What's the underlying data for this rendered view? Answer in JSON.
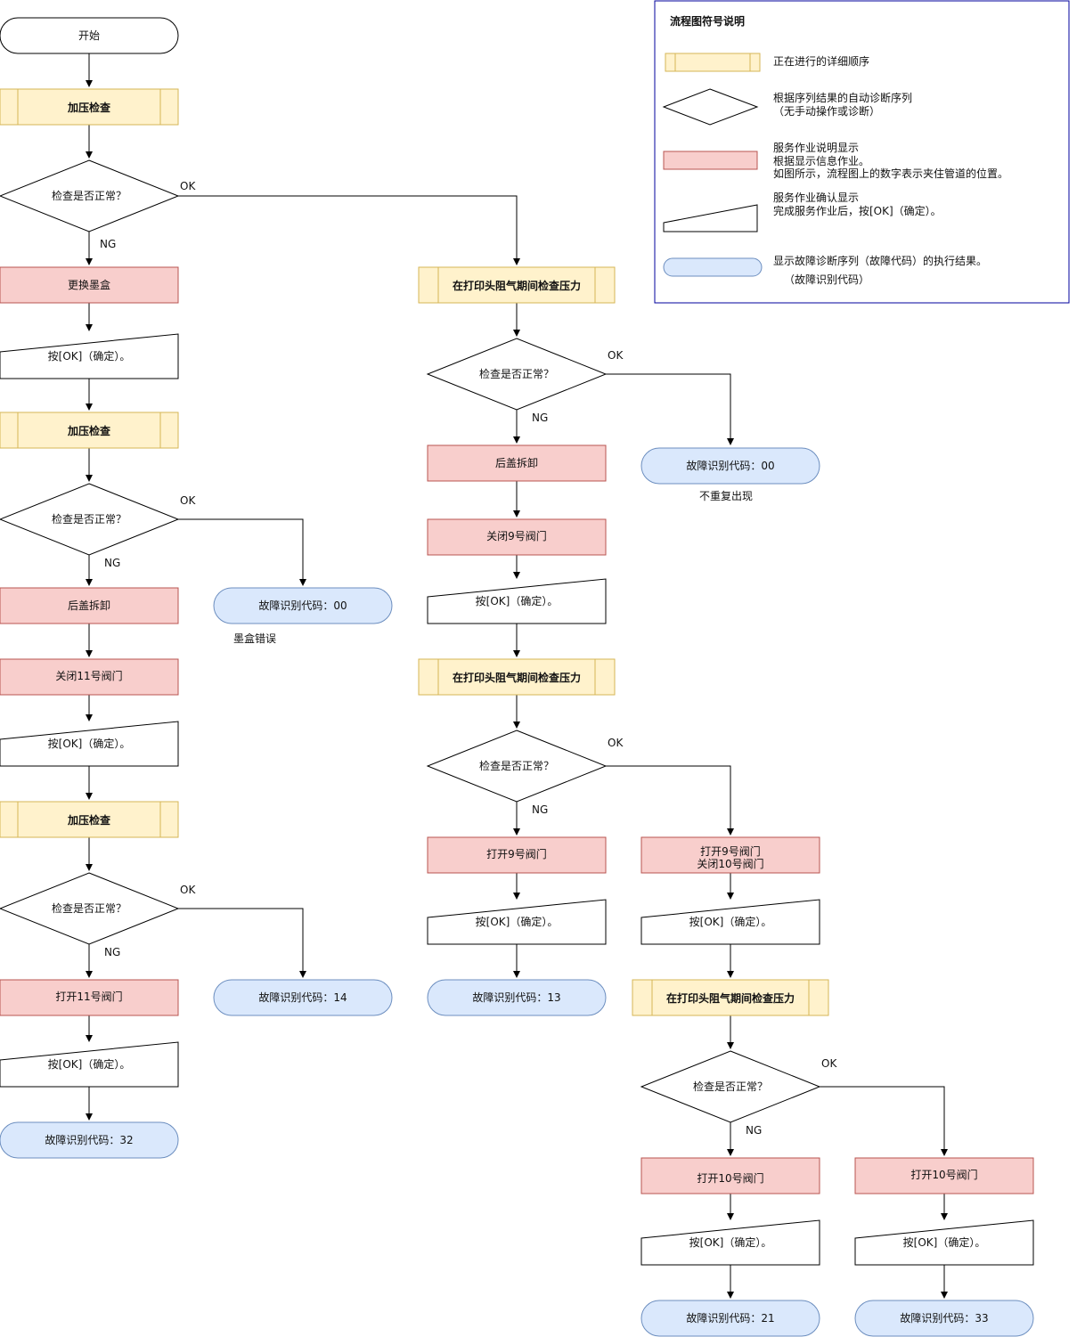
{
  "colors": {
    "process": "#fff2cc",
    "process_border": "#d6b656",
    "service": "#f8cecc",
    "service_border": "#b85450",
    "result": "#dae8fc",
    "result_border": "#6c8ebf",
    "legend_border": "#00009c",
    "line": "#000000"
  },
  "labels": {
    "start": "开始",
    "pressure_check": "加压检查",
    "is_normal": "检查是否正常？",
    "ok": "OK",
    "ng": "NG",
    "replace_cartridge": "更换墨盒",
    "press_ok": "按[OK]（确定）。",
    "remove_rear_cover": "后盖拆卸",
    "close_valve_11": "关闭11号阀门",
    "open_valve_11": "打开11号阀门",
    "code_00": "故障识别代码：00",
    "code_14": "故障识别代码：14",
    "code_32": "故障识别代码：32",
    "code_13": "故障识别代码：13",
    "code_21": "故障识别代码：21",
    "code_33": "故障识别代码：33",
    "cartridge_error": "墨盒错误",
    "no_recurrence": "不重复出现",
    "head_pressure_check": "在打印头阻气期间检查压力",
    "close_valve_9": "关闭9号阀门",
    "open_valve_9": "打开9号阀门",
    "open9_close10_line1": "打开9号阀门",
    "open9_close10_line2": "关闭10号阀门",
    "open_valve_10": "打开10号阀门"
  },
  "legend": {
    "title": "流程图符号说明",
    "process_text": "正在进行的详细顺序",
    "decision_line1": "根据序列结果的自动诊断序列",
    "decision_line2": "（无手动操作或诊断）",
    "service_line1": "服务作业说明显示",
    "service_line2": "根据显示信息作业。",
    "service_line3": "如图所示，流程图上的数字表示夹住管道的位置。",
    "confirm_line1": "服务作业确认显示",
    "confirm_line2": "完成服务作业后，按[OK]（确定）。",
    "result_line1": "显示故障诊断序列（故障代码）的执行结果。",
    "result_line2": "（故障识别代码）"
  }
}
